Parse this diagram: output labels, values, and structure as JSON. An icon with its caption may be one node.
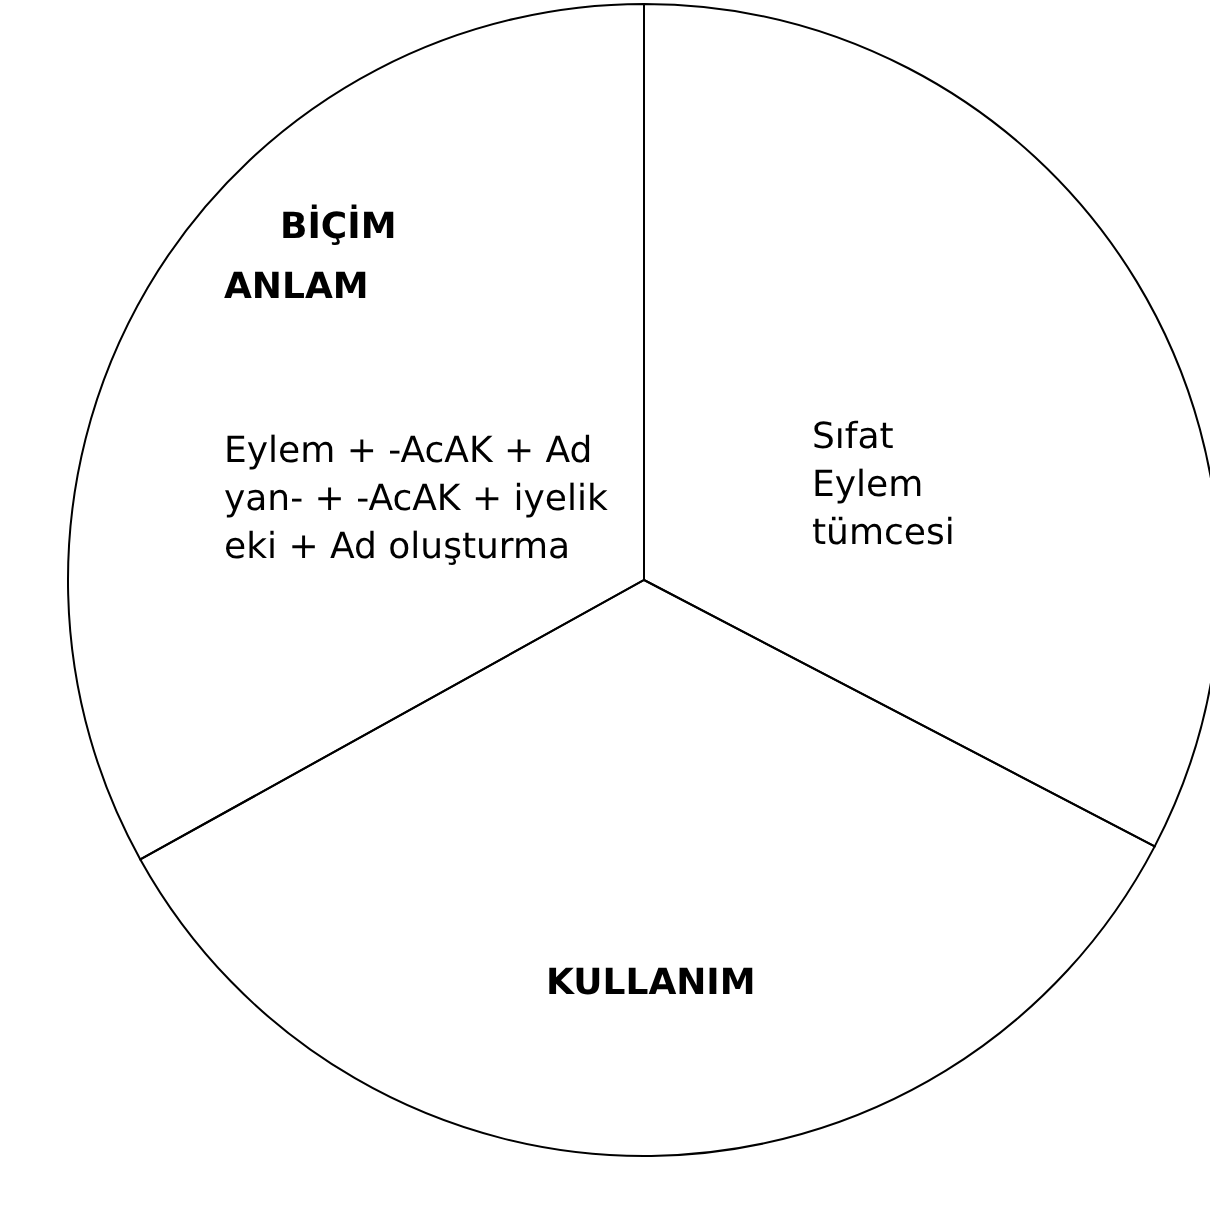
{
  "diagram": {
    "nodes": [
      {
        "text": [
          "BİÇİM",
          "ANLAM",
          "Eylem + -AcAK + Ad yan- + -AcAK + iyelik eki + Ad oluşturma"
        ]
      },
      {
        "text": [
          "Sıfat Eylem tümcesi"
        ]
      },
      {
        "text": [
          "KULLANIM"
        ]
      }
    ]
  }
}
